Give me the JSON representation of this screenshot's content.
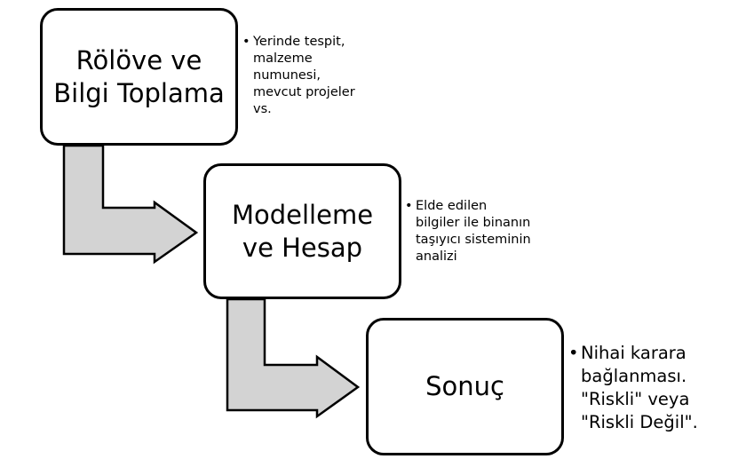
{
  "steps": [
    {
      "label": "Rölöve ve\nBilgi Toplama",
      "note": "Yerinde tespit,\nmalzeme\nnumunesi,\nmevcut projeler\nvs."
    },
    {
      "label": "Modelleme\nve Hesap",
      "note": "Elde edilen\nbilgiler ile binanın\ntaşıyıcı sisteminin\nanalizi"
    },
    {
      "label": "Sonuç",
      "note": "Nihai karara\nbağlanması.\n\"Riskli\" veya\n\"Riskli Değil\"."
    }
  ],
  "bullet": "•",
  "colors": {
    "arrow_fill": "#d3d3d3",
    "stroke": "#000000",
    "box_fill": "#ffffff"
  }
}
